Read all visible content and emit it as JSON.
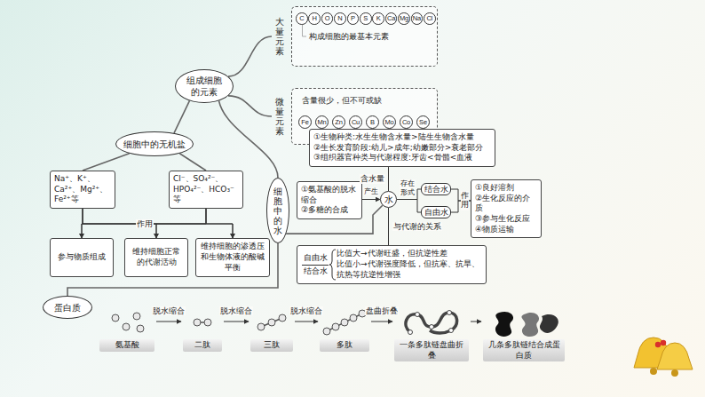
{
  "diagram": {
    "nodes": [
      {
        "text": [
          "组成细胞的元素"
        ]
      },
      {
        "text": [
          "大量元素",
          "构成细胞的最基本元素"
        ]
      },
      {
        "text": [
          "C"
        ],
        "in": 1
      },
      {
        "text": [
          "H"
        ],
        "in": 1
      },
      {
        "text": [
          "O"
        ],
        "in": 1
      },
      {
        "text": [
          "N"
        ],
        "in": 1
      },
      {
        "text": [
          "P"
        ],
        "in": 1
      },
      {
        "text": [
          "S"
        ],
        "in": 1
      },
      {
        "text": [
          "K"
        ],
        "in": 1
      },
      {
        "text": [
          "Ca"
        ],
        "in": 1
      },
      {
        "text": [
          "Mg"
        ],
        "in": 1
      },
      {
        "text": [
          "Na"
        ],
        "in": 1
      },
      {
        "text": [
          "Cl"
        ],
        "in": 1
      },
      {
        "text": [
          "微量元素",
          "含量很少，但不可或缺"
        ]
      },
      {
        "text": [
          "Fe"
        ],
        "in": 13
      },
      {
        "text": [
          "Mn"
        ],
        "in": 13
      },
      {
        "text": [
          "Zn"
        ],
        "in": 13
      },
      {
        "text": [
          "Cu"
        ],
        "in": 13
      },
      {
        "text": [
          "B"
        ],
        "in": 13
      },
      {
        "text": [
          "Mo"
        ],
        "in": 13
      },
      {
        "text": [
          "Co"
        ],
        "in": 13
      },
      {
        "text": [
          "Se"
        ],
        "in": 13
      },
      {
        "text": [
          "细胞中的无机盐"
        ]
      },
      {
        "text": [
          "细胞中的水"
        ]
      },
      {
        "text": [
          "Na⁺、K⁺、Ca²⁺、Mg²⁺、Fe²⁺等"
        ]
      },
      {
        "text": [
          "Cl⁻、SO₄²⁻、HPO₄²⁻、HCO₃⁻等"
        ]
      },
      {
        "text": [
          "参与物质组成"
        ]
      },
      {
        "text": [
          "维持细胞正常的代谢活动"
        ]
      },
      {
        "text": [
          "维持细胞的渗透压和生物体液的酸碱平衡"
        ]
      },
      {
        "text": [
          "①生物种类:水生生物含水量>陆生生物含水量",
          "②生长发育阶段:幼儿>成年;幼嫩部分>衰老部分",
          "③组织器官种类与代谢程度:牙齿<骨骼<血液"
        ]
      },
      {
        "text": [
          "①氨基酸的脱水缩合",
          "②多糖的合成"
        ]
      },
      {
        "text": [
          "水"
        ]
      },
      {
        "text": [
          "结合水"
        ]
      },
      {
        "text": [
          "自由水"
        ]
      },
      {
        "text": [
          "①良好溶剂",
          "②生化反应的介质",
          "③参与生化反应",
          "④物质运输"
        ]
      },
      {
        "text": [
          "自由水",
          "结合水",
          "比值大→代谢旺盛，但抗逆性差",
          "比值小→代谢强度降低，但抗寒、抗旱、抗热等抗逆性增强"
        ]
      },
      {
        "text": [
          "蛋白质"
        ]
      },
      {
        "text": [
          "氨基酸"
        ]
      },
      {
        "text": [
          "二肽"
        ]
      },
      {
        "text": [
          "三肽"
        ]
      },
      {
        "text": [
          "多肽"
        ]
      },
      {
        "text": [
          "一条多肽链盘曲折叠"
        ]
      },
      {
        "text": [
          "几条多肽链结合成蛋白质"
        ]
      }
    ],
    "edges": [
      {
        "from": 0,
        "to": 1,
        "arrow": "none"
      },
      {
        "from": 0,
        "to": 13,
        "arrow": "none"
      },
      {
        "from": 0,
        "to": 22,
        "arrow": "none"
      },
      {
        "from": 0,
        "to": 23,
        "arrow": "none"
      },
      {
        "from": 22,
        "to": 24,
        "arrow": "none"
      },
      {
        "from": 22,
        "to": 25,
        "arrow": "none"
      },
      {
        "from": 24,
        "to": 26,
        "arrow": "to"
      },
      {
        "from": 24,
        "to": 27,
        "arrow": "to",
        "label": "作用"
      },
      {
        "from": 24,
        "to": 28,
        "arrow": "to"
      },
      {
        "from": 25,
        "to": 26,
        "arrow": "to"
      },
      {
        "from": 25,
        "to": 27,
        "arrow": "to"
      },
      {
        "from": 25,
        "to": 28,
        "arrow": "to"
      },
      {
        "from": 23,
        "to": 36,
        "arrow": "none"
      },
      {
        "from": 23,
        "to": 31,
        "arrow": "none"
      },
      {
        "from": 30,
        "to": 31,
        "arrow": "to",
        "label": "产生"
      },
      {
        "from": 31,
        "to": 29,
        "arrow": "none",
        "label": "含水量"
      },
      {
        "from": 31,
        "to": 32,
        "arrow": "none",
        "label": "存在形式"
      },
      {
        "from": 31,
        "to": 33,
        "arrow": "none"
      },
      {
        "from": 32,
        "to": 34,
        "arrow": "none",
        "label": "作用"
      },
      {
        "from": 33,
        "to": 34,
        "arrow": "none"
      },
      {
        "from": 31,
        "to": 35,
        "arrow": "none",
        "label": "与代谢的关系"
      },
      {
        "from": 37,
        "to": 38,
        "arrow": "to",
        "label": "脱水缩合"
      },
      {
        "from": 38,
        "to": 39,
        "arrow": "to",
        "label": "脱水缩合"
      },
      {
        "from": 39,
        "to": 40,
        "arrow": "to",
        "label": "脱水缩合"
      },
      {
        "from": 40,
        "to": 41,
        "arrow": "to",
        "label": "盘曲折叠"
      },
      {
        "from": 41,
        "to": 42,
        "arrow": "to"
      }
    ]
  }
}
